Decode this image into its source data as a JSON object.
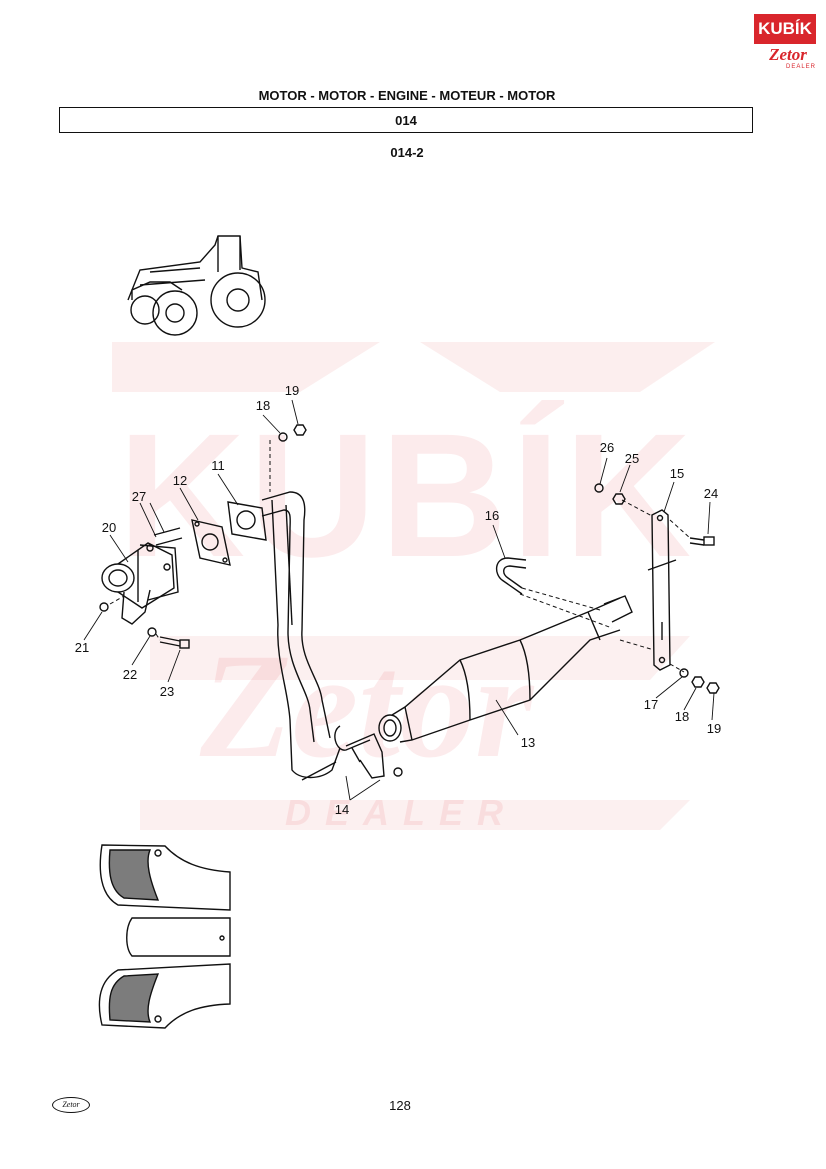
{
  "brand": {
    "kubik": "KUBÍK",
    "zetor": "Zetor",
    "dealer": "DEALER"
  },
  "header": {
    "title": "MOTOR - MOTOR - ENGINE - MOTEUR - MOTOR",
    "section_code": "014",
    "sub_code": "014-2"
  },
  "watermark": {
    "kubik": "KUBÍK",
    "zetor": "Zetor",
    "dealer": "DEALER"
  },
  "callouts": {
    "c11": "11",
    "c12": "12",
    "c13": "13",
    "c14": "14",
    "c15": "15",
    "c16": "16",
    "c17": "17",
    "c18a": "18",
    "c18b": "18",
    "c19a": "19",
    "c19b": "19",
    "c20": "20",
    "c21": "21",
    "c22": "22",
    "c23": "23",
    "c24": "24",
    "c25": "25",
    "c26": "26",
    "c27": "27"
  },
  "footer": {
    "logo": "Zetor",
    "page_number": "128"
  },
  "colors": {
    "brand_red": "#d9262c",
    "ink": "#111111"
  }
}
